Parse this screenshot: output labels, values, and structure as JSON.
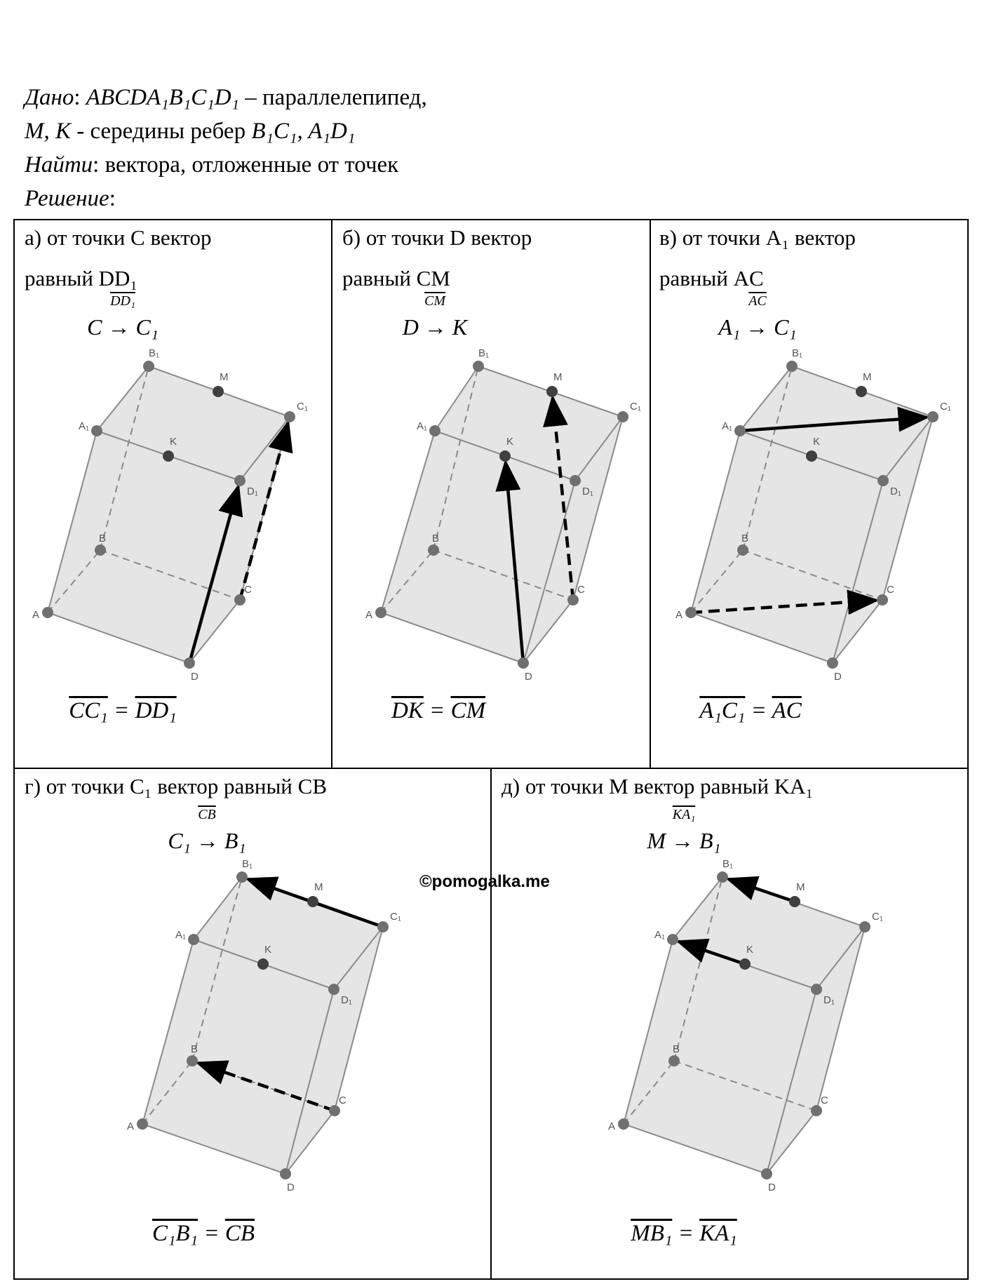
{
  "intro": {
    "line1_label": "Дано",
    "line1_math": "ABCDA₁B₁C₁D₁",
    "line1_rest": "– параллелепипед,",
    "line2_math": "M, K",
    "line2_text": "- середины ребер",
    "line2_edges": "B₁C₁, A₁D₁",
    "line3_label": "Найти",
    "line3_text": "вектора, отложенные от точек",
    "line4_label": "Решение"
  },
  "panels": [
    {
      "head1": "а) от точки C вектор",
      "head2": "равный DD₁",
      "rel_from": "C",
      "rel_vec": "DD₁",
      "rel_to": "C₁",
      "eq_left": "CC₁",
      "eq_right": "DD₁"
    },
    {
      "head1": "б) от точки D вектор",
      "head2": "равный CM",
      "rel_from": "D",
      "rel_vec": "CM",
      "rel_to": "K",
      "eq_left": "DK",
      "eq_right": "CM"
    },
    {
      "head1": "в) от точки A₁ вектор",
      "head2": "равный AC",
      "rel_from": "A₁",
      "rel_vec": "AC",
      "rel_to": "C₁",
      "eq_left": "A₁C₁",
      "eq_right": "AC"
    },
    {
      "head1": "г) от точки C₁ вектор равный CB",
      "head2": "",
      "rel_from": "C₁",
      "rel_vec": "CB",
      "rel_to": "B₁",
      "eq_left": "C₁B₁",
      "eq_right": "CB"
    },
    {
      "head1": "д) от точки M вектор равный KA₁",
      "head2": "",
      "rel_from": "M",
      "rel_vec": "KA₁",
      "rel_to": "B₁",
      "eq_left": "MB₁",
      "eq_right": "KA₁"
    }
  ],
  "point_labels": {
    "A": "A",
    "B": "B",
    "C": "C",
    "D": "D",
    "A1": "A₁",
    "B1": "B₁",
    "C1": "C₁",
    "D1": "D₁",
    "M": "M",
    "K": "K"
  },
  "watermark": "©pomogalka.me",
  "colors": {
    "face": "#d0d0d0",
    "edge": "#8a8a8a",
    "vertex": "#707070",
    "midpoint": "#404040",
    "arrow": "#000000"
  }
}
